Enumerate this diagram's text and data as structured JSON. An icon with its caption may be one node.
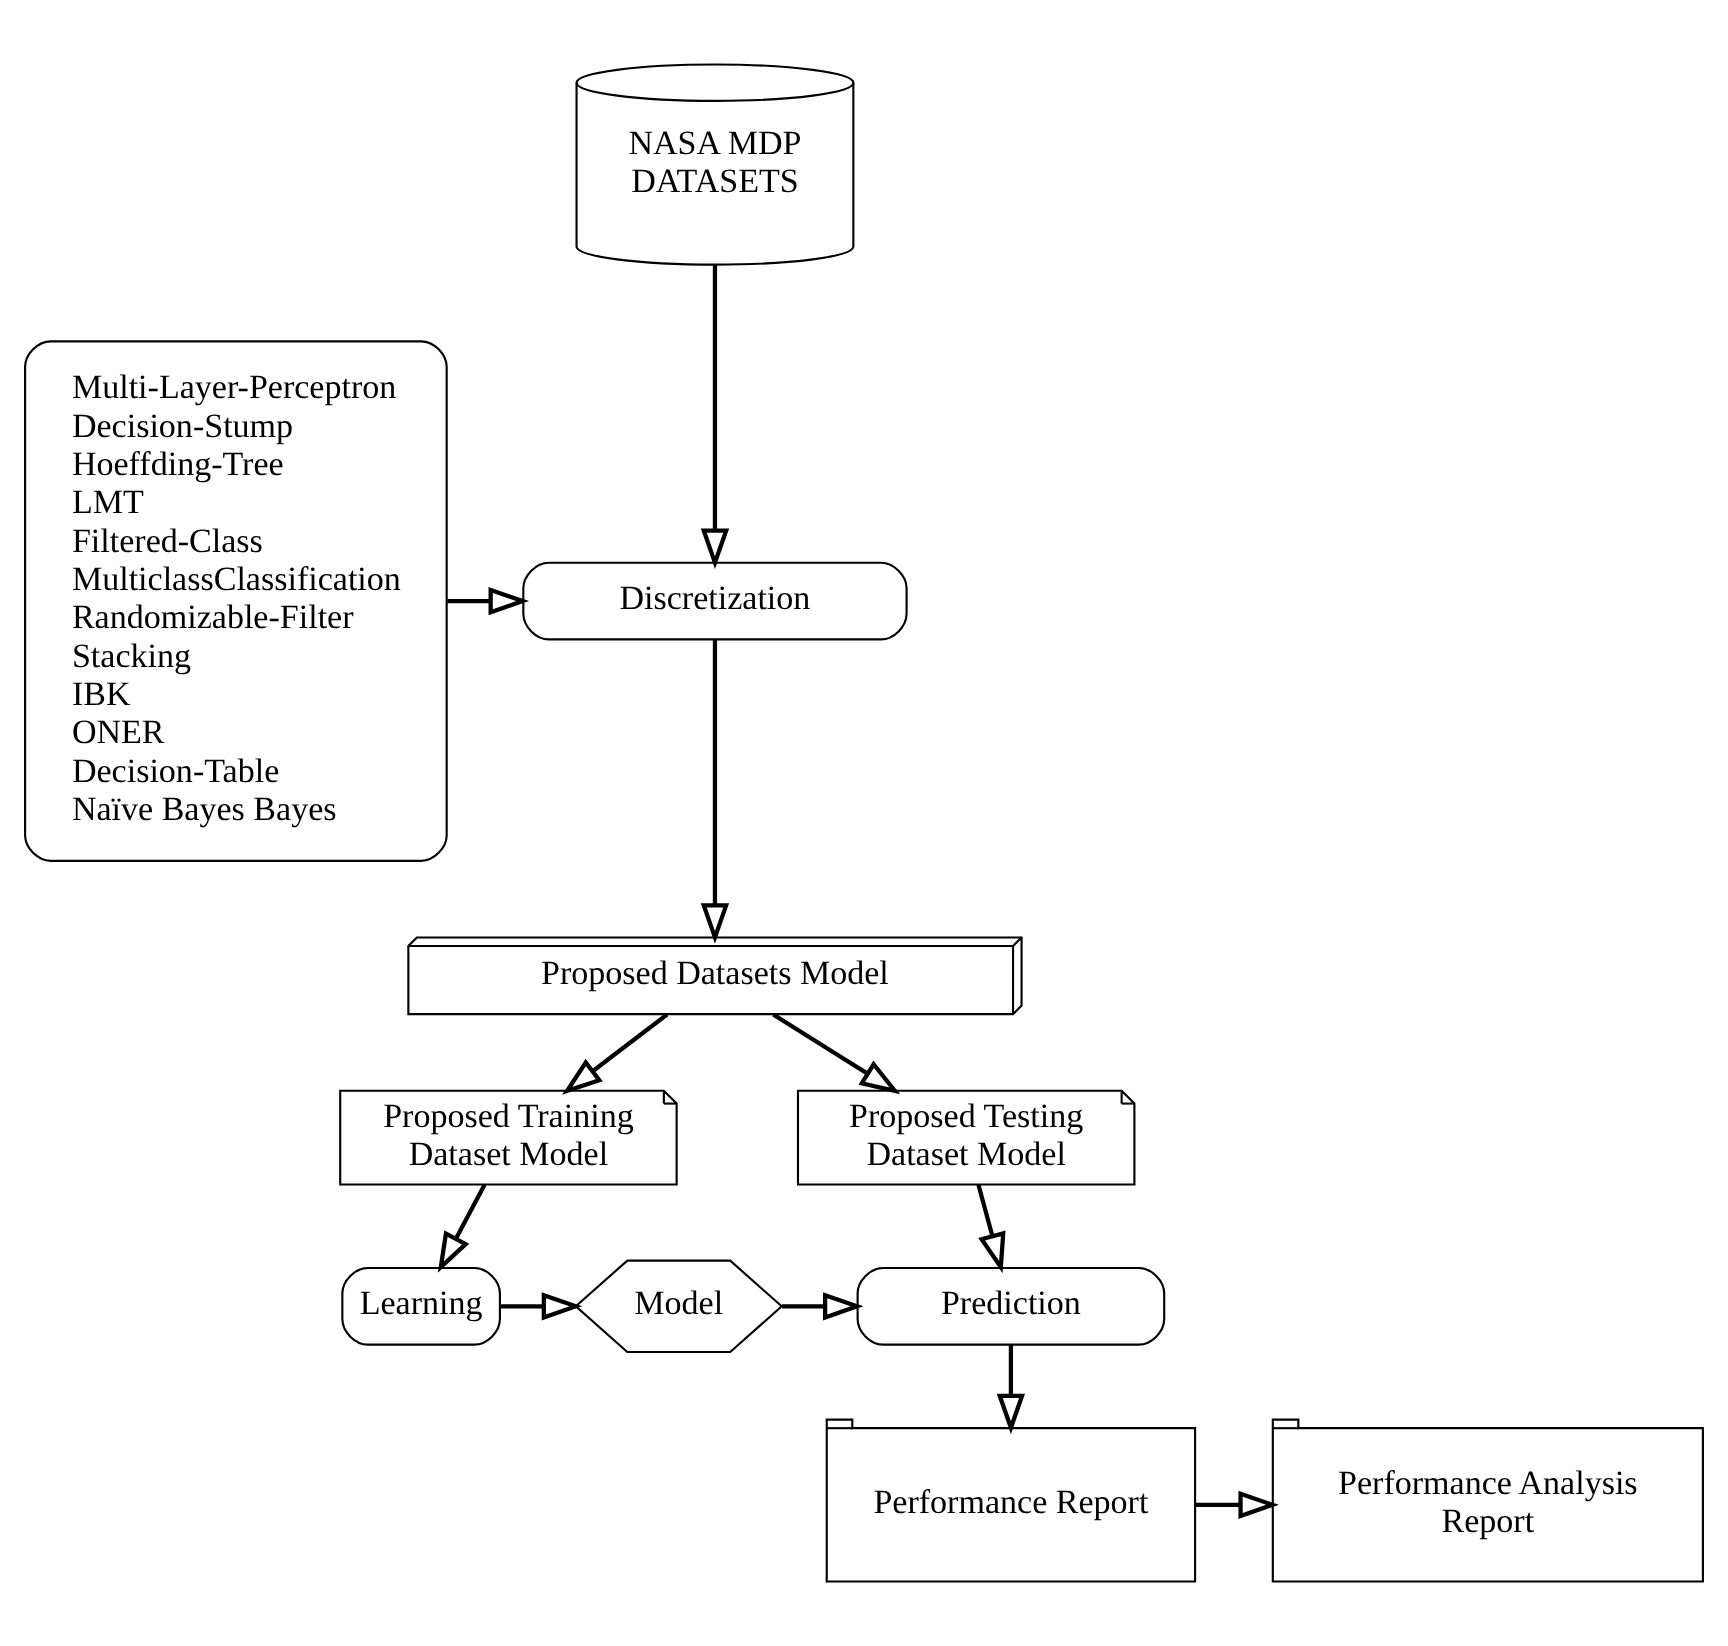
{
  "diagram": {
    "nodes": [
      {
        "text": [
          "Multi-Layer-Perceptron",
          "Decision-Stump",
          "Hoeffding-Tree",
          "LMT",
          "Filtered-Class",
          "MulticlassClassification",
          "Randomizable-Filter",
          "Stacking",
          "IBK",
          "ONER",
          "Decision-Table",
          "Naïve Bayes Bayes"
        ]
      },
      {
        "text": [
          "NASA MDP DATASETS"
        ]
      },
      {
        "text": [
          "Discretization"
        ]
      },
      {
        "text": [
          "Proposed Datasets Model"
        ]
      },
      {
        "text": [
          "Proposed Training Dataset Model"
        ]
      },
      {
        "text": [
          "Proposed Testing Dataset Model"
        ]
      },
      {
        "text": [
          "Learning"
        ]
      },
      {
        "text": [
          "Model"
        ]
      },
      {
        "text": [
          "Prediction"
        ]
      },
      {
        "text": [
          "Performance Analysis Report"
        ]
      },
      {
        "text": [
          "Performance Report"
        ]
      }
    ],
    "edges": [
      {
        "from": 0,
        "to": 2,
        "arrow": "to"
      },
      {
        "from": 1,
        "to": 2,
        "arrow": "to"
      },
      {
        "from": 2,
        "to": 3,
        "arrow": "to"
      },
      {
        "from": 3,
        "to": 4,
        "arrow": "to"
      },
      {
        "from": 3,
        "to": 5,
        "arrow": "to"
      },
      {
        "from": 4,
        "to": 6,
        "arrow": "to"
      },
      {
        "from": 5,
        "to": 8,
        "arrow": "to"
      },
      {
        "from": 6,
        "to": 7,
        "arrow": "to"
      },
      {
        "from": 7,
        "to": 8,
        "arrow": "to"
      },
      {
        "from": 8,
        "to": 10,
        "arrow": "to"
      },
      {
        "from": 10,
        "to": 9,
        "arrow": "to"
      }
    ]
  }
}
